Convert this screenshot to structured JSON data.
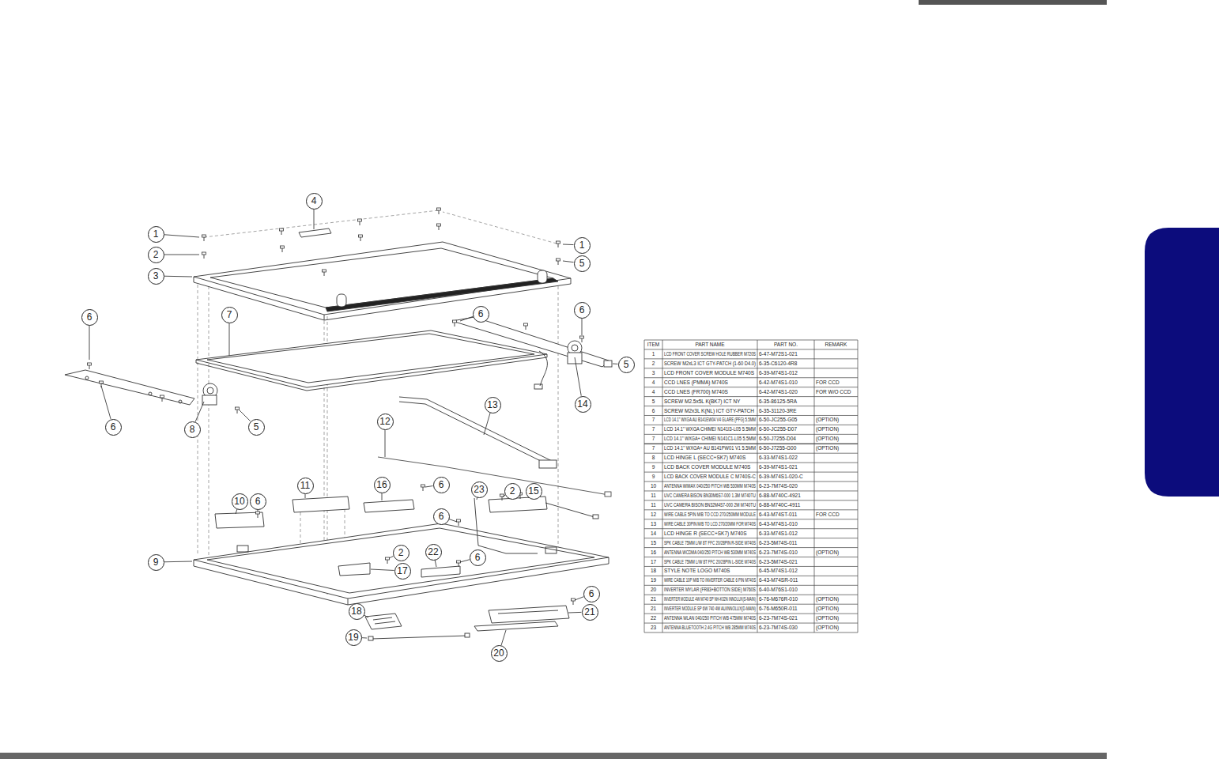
{
  "diagram": {
    "nodes": [
      {
        "text": [
          "4"
        ]
      },
      {
        "text": [
          "1"
        ]
      },
      {
        "text": [
          "1"
        ]
      },
      {
        "text": [
          "2"
        ]
      },
      {
        "text": [
          "5"
        ]
      },
      {
        "text": [
          "3"
        ]
      },
      {
        "text": [
          "6"
        ]
      },
      {
        "text": [
          "7"
        ]
      },
      {
        "text": [
          "6"
        ]
      },
      {
        "text": [
          "6"
        ]
      },
      {
        "text": [
          "5"
        ]
      },
      {
        "text": [
          "14"
        ]
      },
      {
        "text": [
          "6"
        ]
      },
      {
        "text": [
          "8"
        ]
      },
      {
        "text": [
          "5"
        ]
      },
      {
        "text": [
          "13"
        ]
      },
      {
        "text": [
          "12"
        ]
      },
      {
        "text": [
          "11"
        ]
      },
      {
        "text": [
          "16"
        ]
      },
      {
        "text": [
          "6"
        ]
      },
      {
        "text": [
          "23"
        ]
      },
      {
        "text": [
          "2"
        ]
      },
      {
        "text": [
          "15"
        ]
      },
      {
        "text": [
          "10"
        ]
      },
      {
        "text": [
          "6"
        ]
      },
      {
        "text": [
          "6"
        ]
      },
      {
        "text": [
          "9"
        ]
      },
      {
        "text": [
          "2"
        ]
      },
      {
        "text": [
          "22"
        ]
      },
      {
        "text": [
          "6"
        ]
      },
      {
        "text": [
          "17"
        ]
      },
      {
        "text": [
          "6"
        ]
      },
      {
        "text": [
          "18"
        ]
      },
      {
        "text": [
          "21"
        ]
      },
      {
        "text": [
          "19"
        ]
      },
      {
        "text": [
          "20"
        ]
      }
    ],
    "labels": [
      "ITEM",
      "PART NAME",
      "PART NO.",
      "REMARK",
      "1",
      "LCD FRONT COVER SCREW HOLE RUBBER M720S",
      "6-47-M72S1-021",
      "2",
      "SCREW M2xL3 ICT GTY-PATCH (1-60 D4.0)",
      "6-35-C6120-4R8",
      "3",
      "LCD FRONT COVER MODULE M740S",
      "6-39-M74S1-012",
      "4",
      "CCD LNES (PMMA) M740S",
      "6-42-M74S1-010",
      "FOR CCD",
      "4",
      "CCD LNES (FR700) M740S",
      "6-42-M74S1-020",
      "FOR W/O CCD",
      "5",
      "SCREW M2.5x5L K(BK7) ICT NY",
      "6-35-86125-5RA",
      "6",
      "SCREW M2x3L K(NL) ICT GTY-PATCH",
      "6-35-31120-3RE",
      "7",
      "LCD 14.1\" WXGA AU B141EW04 V4 GLARE (PFG) 5.5MM",
      "6-50-JC255-G05",
      "(OPTION)",
      "7",
      "LCD 14.1\" WXGA CHIMEI N141I3-L05 5.5MM",
      "6-50-JC255-D07",
      "(OPTION)",
      "7",
      "LCD 14.1\" WXGA+ CHIMEI N141C1-L05 5.5MM",
      "6-50-J7255-D04",
      "(OPTION)",
      "7",
      "LCD 14.1\" WXGA+ AU B141PW01 V1 5.5MM",
      "6-50-J7255-G00",
      "(OPTION)",
      "8",
      "LCD HINGE L (SECC+SK7) M740S",
      "6-33-M74S1-022",
      "9",
      "LCD BACK COVER MODULE M740S",
      "6-39-M74S1-021",
      "9",
      "LCD BACK COVER MODULE C M740S-C",
      "6-39-M74S1-020-C",
      "10",
      "ANTENNA WIMAX 040/250 PITCH WB 530MM M740S",
      "6-23-7M74S-020",
      "11",
      "UVC CAMERA BISON BN30M6S7-000 1.3M M740TU",
      "6-88-M740C-4921",
      "11",
      "UVC CAMERA BISON BN32M4S7-000 2M M740TU",
      "6-88-M740C-4911",
      "12",
      "WIRE CABLE 5PIN M/B TO CCD 270/250MM MODULE",
      "6-43-M74ST-011",
      "FOR CCD",
      "13",
      "WIRE CABLE 30PIN M/B TO LCD 270/20MM FOR M740S",
      "6-43-M74S1-010",
      "14",
      "LCD HINGE R (SECC+SK7) M740S",
      "6-33-M74S1-012",
      "15",
      "SPK CABLE 75MM L/W 8T FFC 20/28PIN R-SIDE M740S",
      "6-23-5M74S-011",
      "16",
      "ANTENNA WCDMA 040/250 PITCH WB 530MM M740S",
      "6-23-7M74S-010",
      "(OPTION)",
      "17",
      "SPK CABLE 75MM L/W 8T FFC 20/28PIN L-SIDE M740S",
      "6-23-5M74S-021",
      "18",
      "STYLE NOTE LOGO M740S",
      "6-45-M74S1-012",
      "19",
      "WIRE CABLE 10P M/B TO INVERTER CABLE 6 PIN M740S",
      "6-43-M74SR-011",
      "20",
      "INVERTER MYLAR (FR83+BOTTON SIDE) M760S",
      "6-40-M76S1-010",
      "21",
      "INVERTER MODULE 4W M740 SP NH-K02N INNOLUX(S-MAIN)",
      "6-76-M676R-010",
      "(OPTION)",
      "21",
      "INVERTER MODULE SP 6W 740 4W AU/INNOLUX(D-MAIN)",
      "6-76-M650R-011",
      "(OPTION)",
      "22",
      "ANTENNA WLAN 040/250 PITCH WB 475MM M740S",
      "6-23-7M74S-021",
      "(OPTION)",
      "23",
      "ANTENNA BLUETOOTH 2.4G PITCH WB 285MM M740S",
      "6-23-7M74S-030",
      "(OPTION)"
    ]
  }
}
